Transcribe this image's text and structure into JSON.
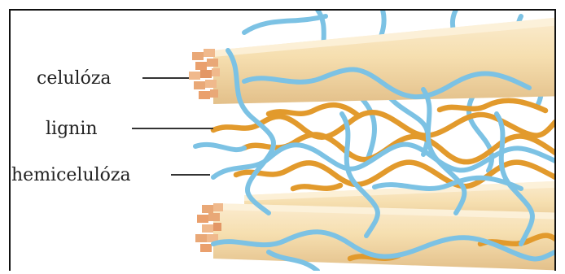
{
  "labels": {
    "cellulose": "celulóza",
    "lignin": "lignin",
    "hemicellulose": "hemicelulóza"
  },
  "colors": {
    "background": "#ffffff",
    "frame": "#111111",
    "cellulose_fiber": "#f6dfb0",
    "cellulose_fiber_shade": "#e6c38a",
    "cellulose_end": "#e9a877",
    "lignin": "#e29a2c",
    "hemicellulose": "#7cc2e4",
    "leader_line": "#333333",
    "label_text": "#222222"
  }
}
